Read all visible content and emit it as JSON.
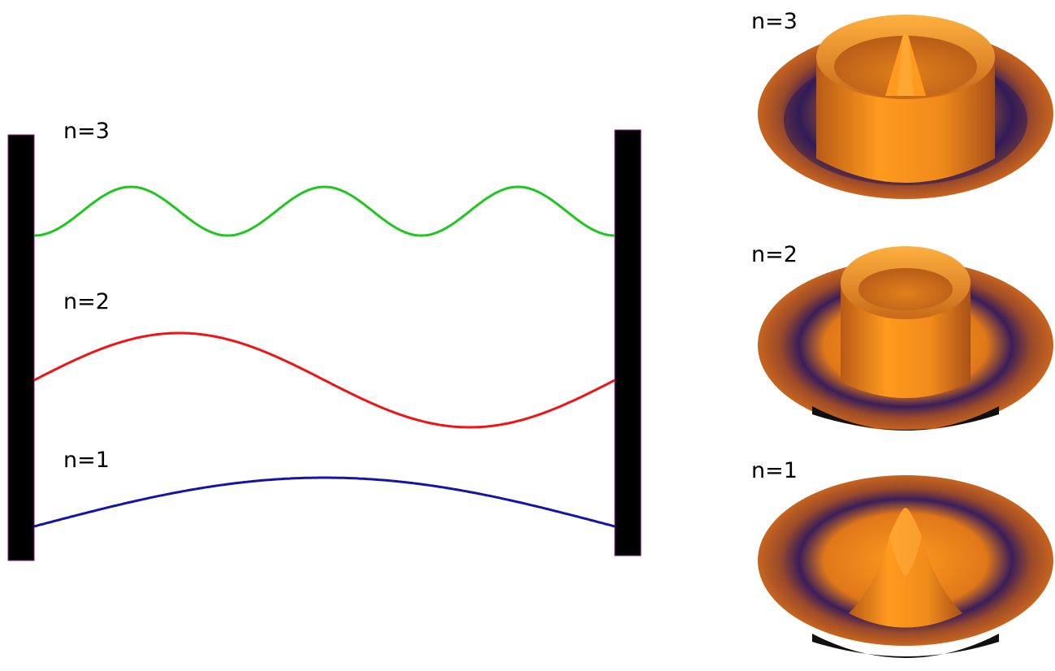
{
  "left_panel": {
    "labels": {
      "n3": "n=3",
      "n2": "n=2",
      "n1": "n=1"
    },
    "modes": [
      {
        "n": 3,
        "color": "#1ec81e"
      },
      {
        "n": 2,
        "color": "#f01414"
      },
      {
        "n": 1,
        "color": "#1414a8"
      }
    ],
    "wall_color": "#000000"
  },
  "right_panel": {
    "labels": {
      "n3": "n=3",
      "n2": "n=2",
      "n1": "n=1"
    },
    "surface_colors": {
      "high": "#ff9a1e",
      "mid": "#c8641e",
      "low": "#1e1450"
    }
  }
}
